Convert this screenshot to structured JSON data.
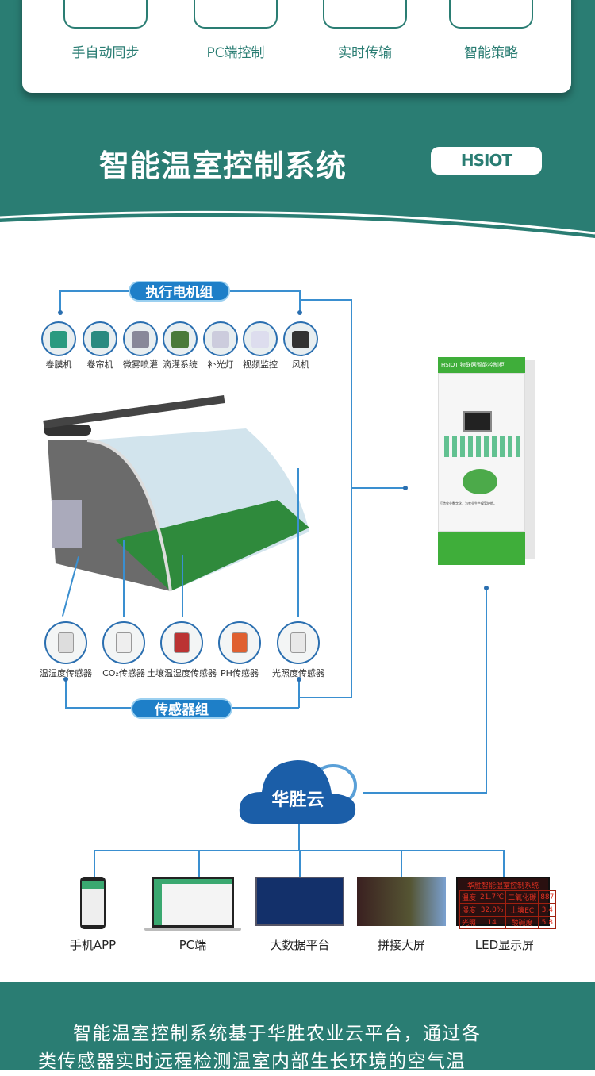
{
  "features": [
    {
      "label": "手自动同步",
      "icon": "hand-touch-icon"
    },
    {
      "label": "PC端控制",
      "icon": "monitor-icon"
    },
    {
      "label": "实时传输",
      "icon": "transfer-icon"
    },
    {
      "label": "智能策略",
      "icon": "ai-icon"
    }
  ],
  "header": {
    "title": "智能温室控制系统",
    "badge": "HSIOT"
  },
  "actuators": {
    "group_label": "执行电机组",
    "items": [
      "卷膜机",
      "卷帘机",
      "微雾喷灌",
      "滴灌系统",
      "补光灯",
      "视频监控",
      "风机"
    ]
  },
  "sensors": {
    "group_label": "传感器组",
    "items": [
      "温湿度传感器",
      "CO₂传感器",
      "土壤温湿度传感器",
      "PH传感器",
      "光照度传感器"
    ]
  },
  "cabinet": {
    "brand": "HSIOT",
    "title": "物联网智能控制柜",
    "slogan": "打造农业数字化，为农业生产保驾护航。"
  },
  "cloud": {
    "label": "华胜云"
  },
  "terminals": [
    "手机APP",
    "PC端",
    "大数据平台",
    "拼接大屏",
    "LED显示屏"
  ],
  "led_display": {
    "title": "华胜智能温室控制系统",
    "rows": [
      [
        "温度",
        "21.7℃",
        "二氧化碳",
        "887"
      ],
      [
        "湿度",
        "32.0%",
        "土壤EC",
        "3.4"
      ],
      [
        "光照",
        "14",
        "酸碱度",
        "5.8"
      ]
    ]
  },
  "description": {
    "line1": "智能温室控制系统基于华胜农业云平台，通过各",
    "line2": "类传感器实时远程检测温室内部生长环境的空气温"
  },
  "colors": {
    "teal": "#2a7d73",
    "blue": "#1e7fc8",
    "cloud": "#1b5ea8"
  }
}
